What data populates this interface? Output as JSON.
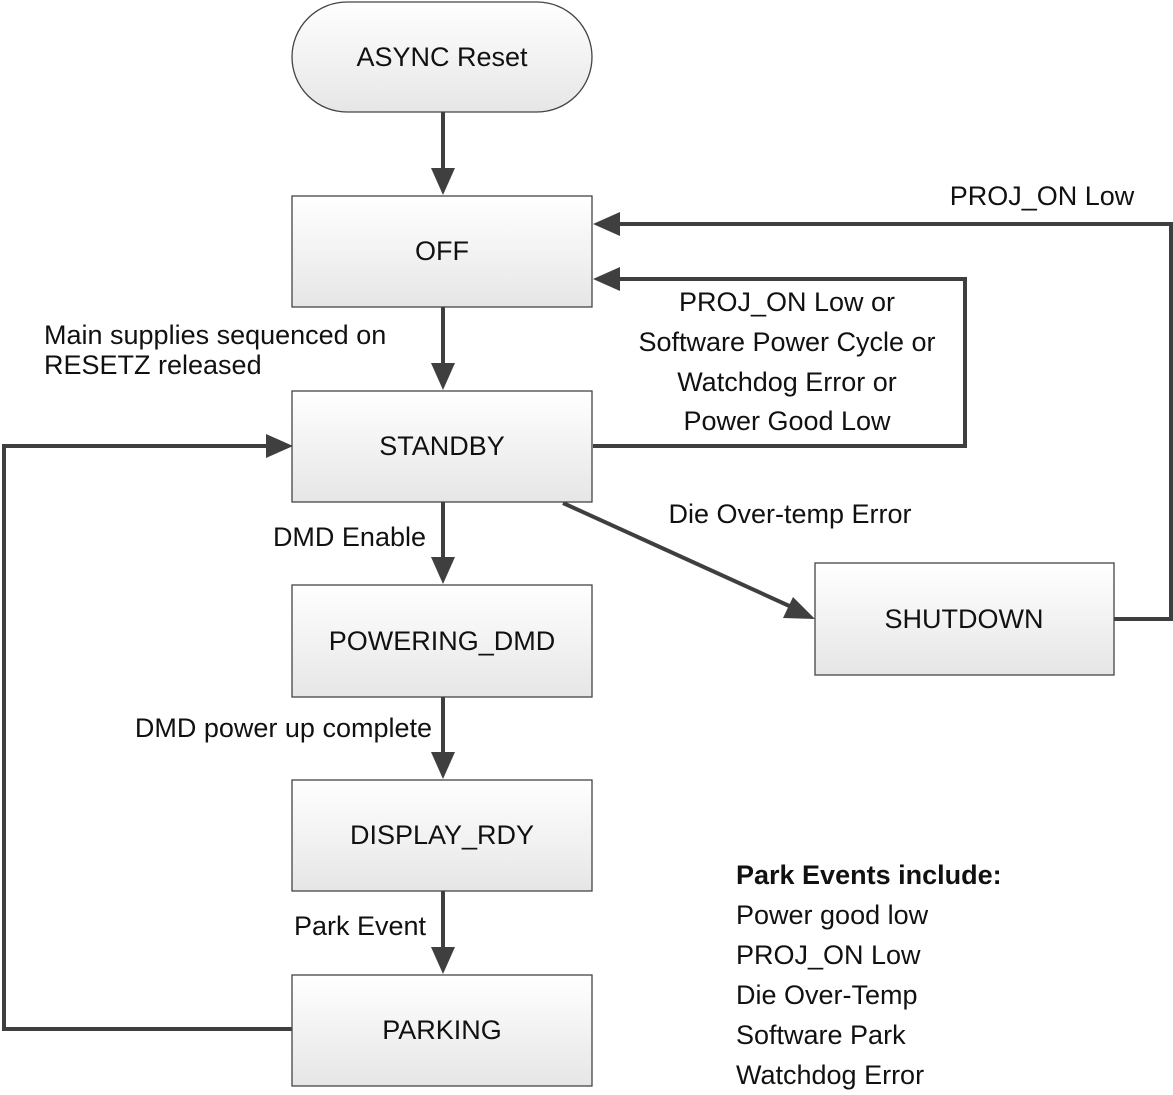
{
  "nodes": {
    "async_reset": "ASYNC Reset",
    "off": "OFF",
    "standby": "STANDBY",
    "powering_dmd": "POWERING_DMD",
    "display_rdy": "DISPLAY_RDY",
    "parking": "PARKING",
    "shutdown": "SHUTDOWN"
  },
  "edges": {
    "off_to_standby": [
      "Main supplies sequenced on",
      "RESETZ released"
    ],
    "standby_to_off": [
      "PROJ_ON Low or",
      "Software Power Cycle or",
      "Watchdog Error or",
      "Power Good Low"
    ],
    "shutdown_to_off": "PROJ_ON Low",
    "standby_to_shutdown": "Die Over-temp Error",
    "standby_to_powering": "DMD Enable",
    "powering_to_display": "DMD power up complete",
    "display_to_parking": "Park Event"
  },
  "park_events": {
    "title": "Park Events include:",
    "items": [
      "Power good low",
      "PROJ_ON Low",
      "Die Over-Temp",
      "Software Park",
      "Watchdog Error"
    ]
  },
  "colors": {
    "box_fill_top": "#ffffff",
    "box_fill_bottom": "#e8e8e8",
    "box_stroke": "#444444",
    "line": "#3f3f3f",
    "text": "#111111"
  }
}
